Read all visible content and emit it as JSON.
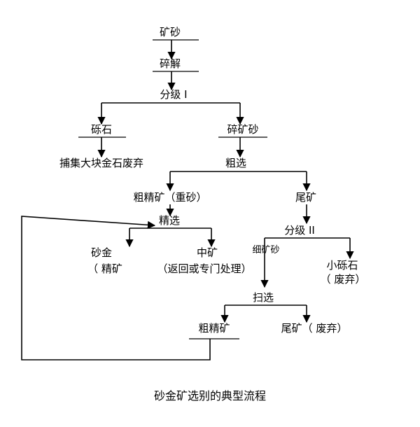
{
  "nodes": {
    "ore_sand": "矿砂",
    "crush": "碎解",
    "classify_1": "分级 I",
    "gravel": "砾石",
    "crushed_ore": "碎矿砂",
    "capture_discard": "捕集大块金石废弃",
    "rough_select": "粗选",
    "rough_concentrate_heavy": "粗精矿（重砂）",
    "tailings": "尾矿",
    "fine_select": "精选",
    "classify_2": "分级 II",
    "fine_ore_sand": "细矿砂",
    "sand_gold": "砂金",
    "concentrate": "（ 精矿",
    "middlings": "中矿",
    "middlings_note": "（返回或专门处理）",
    "small_gravel": "小砾石",
    "discard": "（ 废弃）",
    "scavenge": "扫选",
    "rough_concentrate": "粗精矿",
    "tailings_discard": "尾矿（ 废弃）"
  },
  "caption": "砂金矿选别的典型流程"
}
